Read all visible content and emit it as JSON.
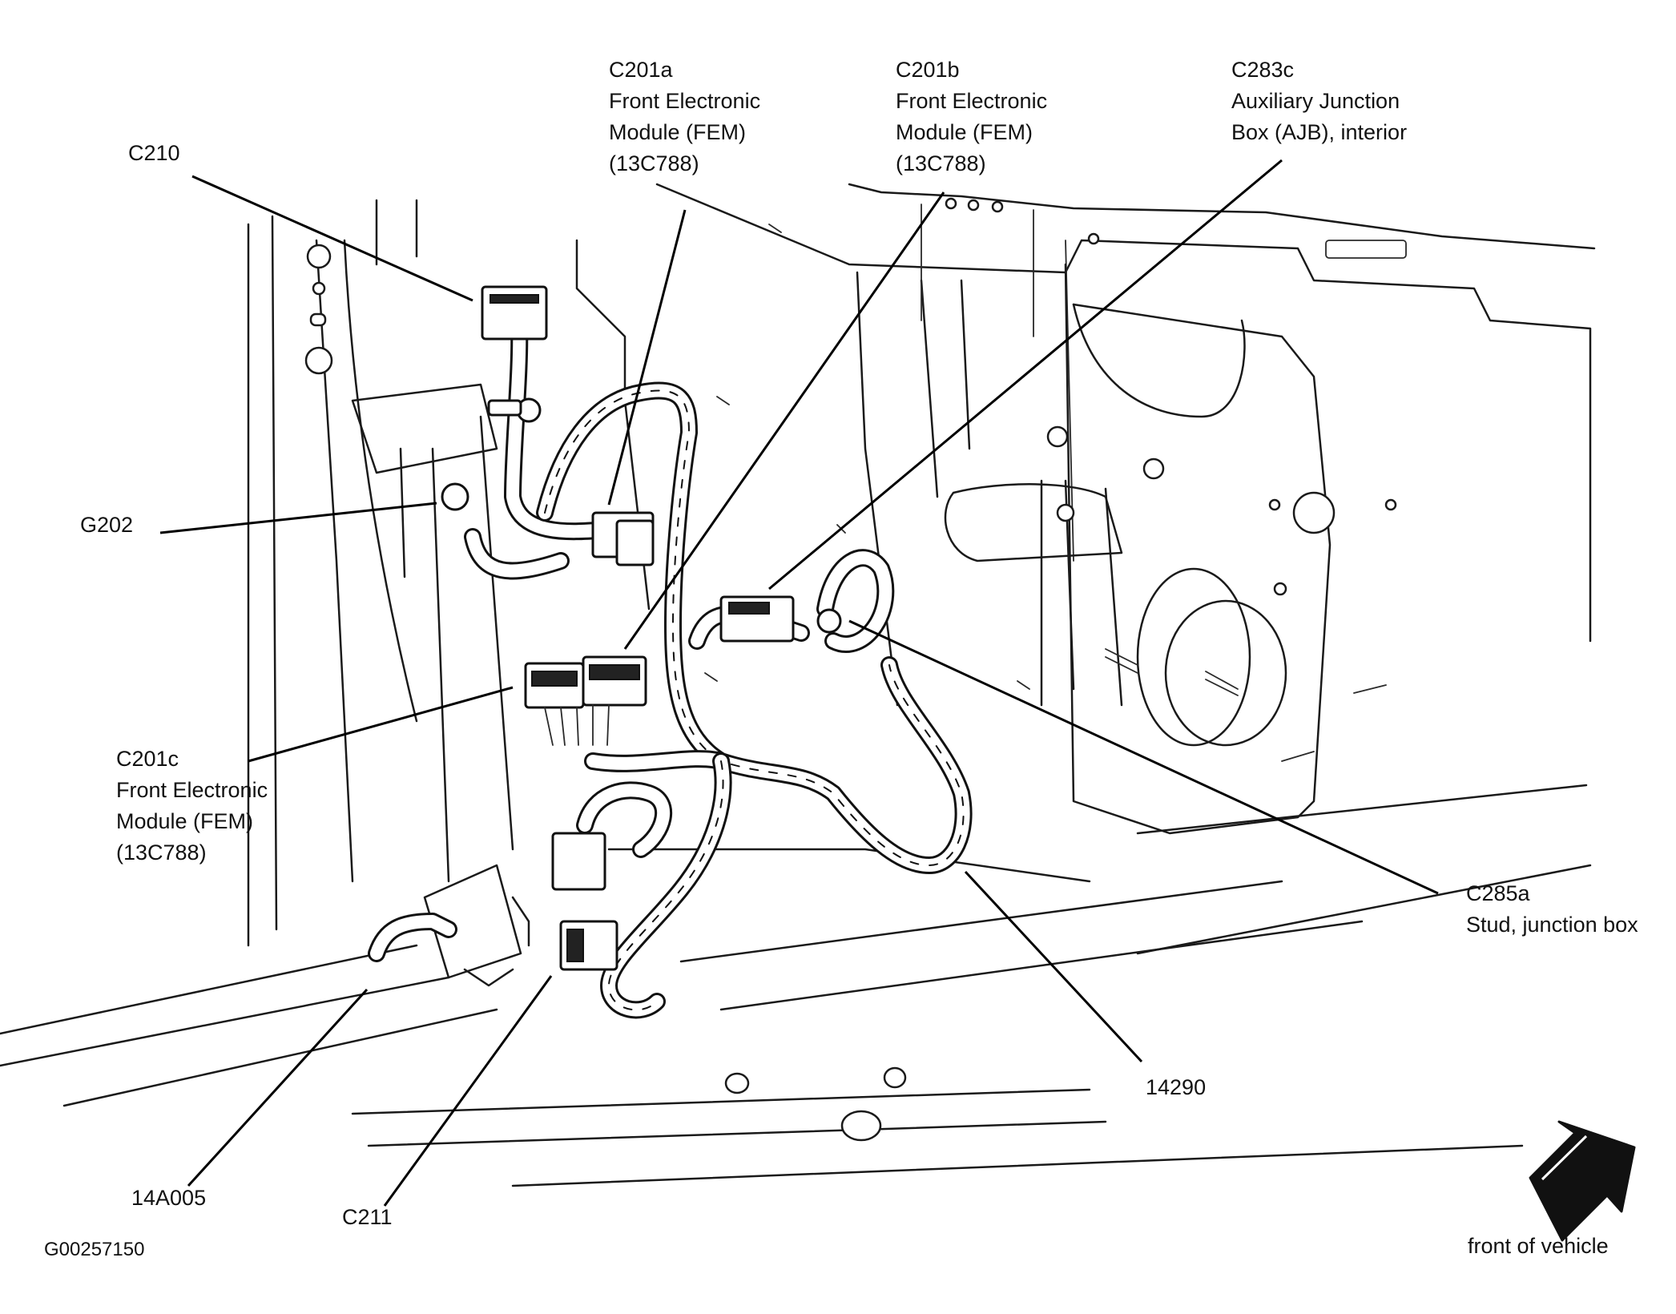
{
  "callouts": {
    "c210": [
      "C210"
    ],
    "c201a": [
      "C201a",
      "Front Electronic",
      "Module (FEM)",
      "(13C788)"
    ],
    "c201b": [
      "C201b",
      "Front Electronic",
      "Module (FEM)",
      "(13C788)"
    ],
    "c283c": [
      "C283c",
      "Auxiliary Junction",
      "Box (AJB), interior"
    ],
    "g202": [
      "G202"
    ],
    "c201c": [
      "C201c",
      "Front Electronic",
      "Module (FEM)",
      "(13C788)"
    ],
    "c285a": [
      "C285a",
      "Stud, junction box"
    ],
    "w14290": [
      "14290"
    ],
    "w14a005": [
      "14A005"
    ],
    "c211": [
      "C211"
    ]
  },
  "figure_id": "G00257150",
  "orientation": {
    "label": "front of vehicle",
    "icon": "arrow-up-right-icon"
  }
}
